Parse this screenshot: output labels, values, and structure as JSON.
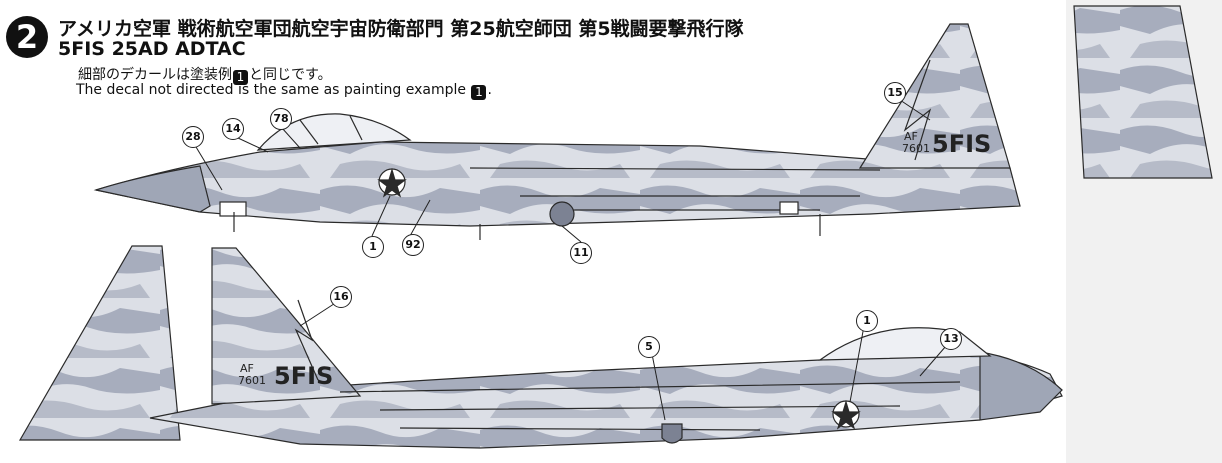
{
  "header": {
    "example_number": "2",
    "title_ja": "アメリカ空軍 戦術航空軍団航空宇宙防衛部門 第25航空師団 第5戦闘要撃飛行隊",
    "title_en": "5FIS 25AD ADTAC",
    "note_ja_before": "細部のデカールは塗装例",
    "note_ja_ref": "1",
    "note_ja_after": "と同じです。",
    "note_en_before": "The decal not directed is the same as painting example",
    "note_en_ref": "1",
    "note_en_after": "."
  },
  "top_aircraft": {
    "tail_af": "AF",
    "tail_serial": "7601",
    "tail_unit": "5FIS",
    "callouts": [
      "15",
      "28",
      "14",
      "78",
      "1",
      "92",
      "11"
    ]
  },
  "bottom_aircraft": {
    "tail_af": "AF",
    "tail_serial": "7601",
    "tail_unit": "5FIS",
    "callouts": [
      "16",
      "1",
      "5",
      "13"
    ]
  },
  "colors": {
    "camo_blue": "#9fa6b6",
    "camo_light": "#dcdfe6",
    "line": "#2a2a2a"
  }
}
